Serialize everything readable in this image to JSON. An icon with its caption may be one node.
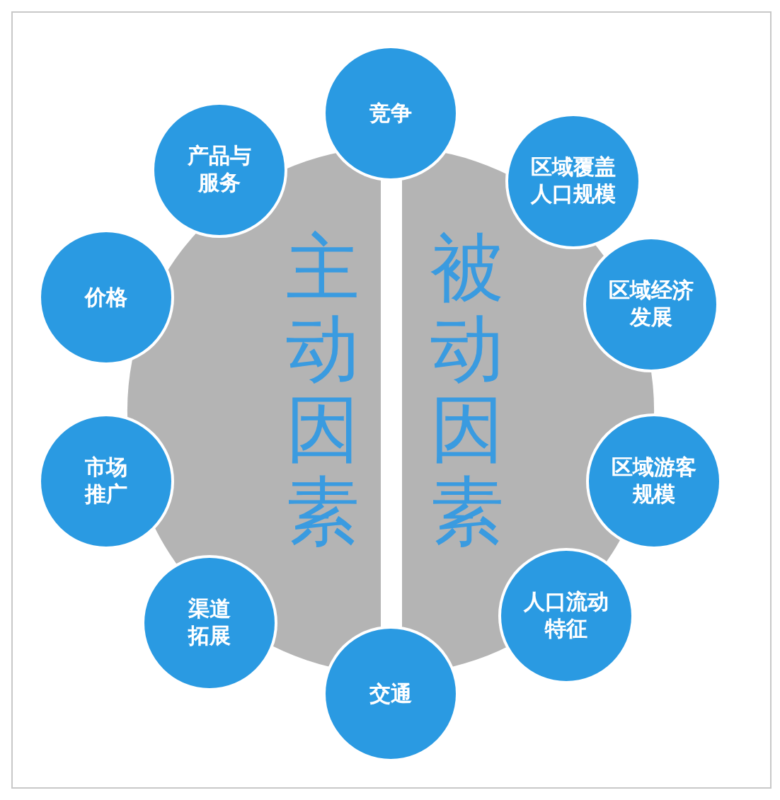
{
  "diagram": {
    "nodes": [
      {
        "text": [
          "主动因素"
        ]
      },
      {
        "text": [
          "被动因素"
        ]
      },
      {
        "text": [
          "竞争"
        ]
      },
      {
        "text": [
          "区域覆盖人口规模"
        ]
      },
      {
        "text": [
          "区域经济发展"
        ]
      },
      {
        "text": [
          "区域游客规模"
        ]
      },
      {
        "text": [
          "人口流动特征"
        ]
      },
      {
        "text": [
          "交通"
        ]
      },
      {
        "text": [
          "渠道拓展"
        ]
      },
      {
        "text": [
          "市场推广"
        ]
      },
      {
        "text": [
          "价格"
        ]
      },
      {
        "text": [
          "产品与服务"
        ]
      }
    ]
  }
}
